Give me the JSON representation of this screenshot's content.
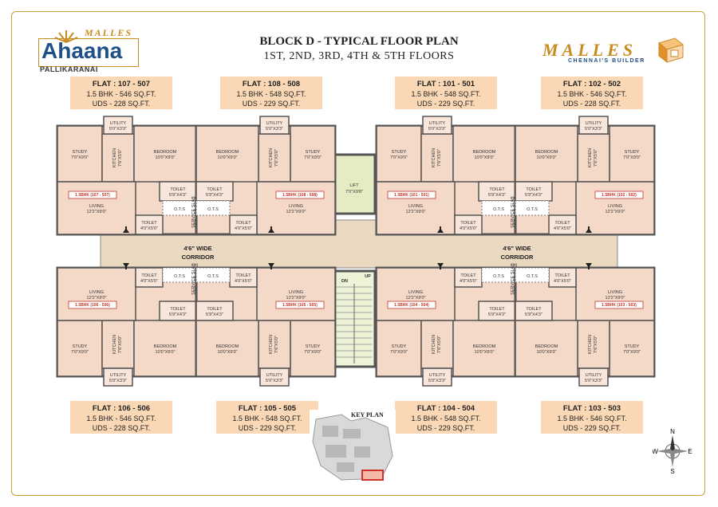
{
  "project": {
    "brand_small": "MALLES",
    "name": "Ahaana",
    "location": "PALLIKARANAI"
  },
  "header": {
    "title_line1": "BLOCK D - TYPICAL FLOOR PLAN",
    "title_line2": "1ST, 2ND, 3RD, 4TH & 5TH FLOORS"
  },
  "builder": {
    "name": "MALLES",
    "tagline": "CHENNAI'S BUILDER"
  },
  "flats": [
    {
      "flat": "FLAT : 107 - 507",
      "type": "1.5 BHK - 546 SQ.FT.",
      "uds": "UDS - 228 SQ.FT."
    },
    {
      "flat": "FLAT : 108 - 508",
      "type": "1.5 BHK - 548 SQ.FT.",
      "uds": "UDS - 229 SQ.FT."
    },
    {
      "flat": "FLAT : 101 - 501",
      "type": "1.5 BHK - 548 SQ.FT.",
      "uds": "UDS - 229 SQ.FT."
    },
    {
      "flat": "FLAT : 102 - 502",
      "type": "1.5 BHK - 546 SQ.FT.",
      "uds": "UDS - 228 SQ.FT."
    },
    {
      "flat": "FLAT : 106 - 506",
      "type": "1.5 BHK - 546 SQ.FT.",
      "uds": "UDS - 228 SQ.FT."
    },
    {
      "flat": "FLAT : 105 - 505",
      "type": "1.5 BHK - 548 SQ.FT.",
      "uds": "UDS - 229 SQ.FT."
    },
    {
      "flat": "FLAT : 104 - 504",
      "type": "1.5 BHK - 548 SQ.FT.",
      "uds": "UDS - 229 SQ.FT."
    },
    {
      "flat": "FLAT : 103 - 503",
      "type": "1.5 BHK - 546 SQ.FT.",
      "uds": "UDS - 229 SQ.FT."
    }
  ],
  "units": [
    {
      "tag": "1.5BHK (107 - 507)",
      "study": "STUDY",
      "study_dim": "7'0\"X9'0\"",
      "bedroom": "BEDROOM",
      "bedroom_dim": "10'0\"X9'0\"",
      "living": "LIVING",
      "living_dim": "12'2\"X9'0\"",
      "kitchen": "KITCHEN",
      "kitchen_dim": "7'6\"X5'0\"",
      "utility": "UTILITY",
      "utility_dim": "5'0\"X3'3\"",
      "toilet1": "TOILET",
      "toilet1_dim": "5'9\"X4'3\"",
      "toilet2": "TOILET",
      "toilet2_dim": "4'0\"X5'0\""
    },
    {
      "tag": "1.5BHK (108 - 508)",
      "study": "STUDY",
      "study_dim": "7'0\"X9'0\"",
      "bedroom": "BEDROOM",
      "bedroom_dim": "10'0\"X9'0\"",
      "living": "LIVING",
      "living_dim": "12'2\"X9'0\"",
      "kitchen": "KITCHEN",
      "kitchen_dim": "7'6\"X5'0\"",
      "utility": "UTILITY",
      "utility_dim": "5'0\"X3'3\"",
      "toilet1": "TOILET",
      "toilet1_dim": "5'9\"X4'3\"",
      "toilet2": "TOILET",
      "toilet2_dim": "4'0\"X5'0\""
    },
    {
      "tag": "1.5BHK (101 - 501)",
      "study": "STUDY",
      "study_dim": "7'0\"X9'0\"",
      "bedroom": "BEDROOM",
      "bedroom_dim": "10'0\"X9'0\"",
      "living": "LIVING",
      "living_dim": "12'2\"X9'0\"",
      "kitchen": "KITCHEN",
      "kitchen_dim": "7'6\"X5'0\"",
      "utility": "UTILITY",
      "utility_dim": "5'0\"X3'3\"",
      "toilet1": "TOILET",
      "toilet1_dim": "5'9\"X4'3\"",
      "toilet2": "TOILET",
      "toilet2_dim": "4'0\"X5'0\""
    },
    {
      "tag": "1.5BHK (102 - 502)",
      "study": "STUDY",
      "study_dim": "7'0\"X9'0\"",
      "bedroom": "BEDROOM",
      "bedroom_dim": "10'0\"X9'0\"",
      "living": "LIVING",
      "living_dim": "12'2\"X9'0\"",
      "kitchen": "KITCHEN",
      "kitchen_dim": "7'6\"X5'0\"",
      "utility": "UTILITY",
      "utility_dim": "5'0\"X3'3\"",
      "toilet1": "TOILET",
      "toilet1_dim": "5'9\"X4'3\"",
      "toilet2": "TOILET",
      "toilet2_dim": "4'0\"X5'0\""
    },
    {
      "tag": "1.5BHK (106 - 506)",
      "study": "STUDY",
      "study_dim": "7'0\"X9'0\"",
      "bedroom": "BEDROOM",
      "bedroom_dim": "10'0\"X9'0\"",
      "living": "LIVING",
      "living_dim": "12'2\"X9'0\"",
      "kitchen": "KITCHEN",
      "kitchen_dim": "7'6\"X5'0\"",
      "utility": "UTILITY",
      "utility_dim": "5'0\"X3'3\"",
      "toilet1": "TOILET",
      "toilet1_dim": "5'9\"X4'3\"",
      "toilet2": "TOILET",
      "toilet2_dim": "4'0\"X5'0\""
    },
    {
      "tag": "1.5BHK (105 - 505)",
      "study": "STUDY",
      "study_dim": "7'0\"X9'0\"",
      "bedroom": "BEDROOM",
      "bedroom_dim": "10'0\"X9'0\"",
      "living": "LIVING",
      "living_dim": "12'2\"X9'0\"",
      "kitchen": "KITCHEN",
      "kitchen_dim": "7'6\"X5'0\"",
      "utility": "UTILITY",
      "utility_dim": "5'0\"X3'3\"",
      "toilet1": "TOILET",
      "toilet1_dim": "5'9\"X4'3\"",
      "toilet2": "TOILET",
      "toilet2_dim": "4'0\"X5'0\""
    },
    {
      "tag": "1.5BHK (104 - 504)",
      "study": "STUDY",
      "study_dim": "7'0\"X9'0\"",
      "bedroom": "BEDROOM",
      "bedroom_dim": "10'0\"X9'0\"",
      "living": "LIVING",
      "living_dim": "12'2\"X9'0\"",
      "kitchen": "KITCHEN",
      "kitchen_dim": "7'6\"X5'0\"",
      "utility": "UTILITY",
      "utility_dim": "5'0\"X3'3\"",
      "toilet1": "TOILET",
      "toilet1_dim": "5'9\"X4'3\"",
      "toilet2": "TOILET",
      "toilet2_dim": "4'0\"X5'0\""
    },
    {
      "tag": "1.5BHK (103 - 503)",
      "study": "STUDY",
      "study_dim": "7'0\"X9'0\"",
      "bedroom": "BEDROOM",
      "bedroom_dim": "10'0\"X9'0\"",
      "living": "LIVING",
      "living_dim": "12'2\"X9'0\"",
      "kitchen": "KITCHEN",
      "kitchen_dim": "7'6\"X5'0\"",
      "utility": "UTILITY",
      "utility_dim": "5'0\"X3'3\"",
      "toilet1": "TOILET",
      "toilet1_dim": "5'9\"X4'3\"",
      "toilet2": "TOILET",
      "toilet2_dim": "4'0\"X5'0\""
    }
  ],
  "shared": {
    "service_slab": "SERVICE SLAB",
    "ots": "O.T.S",
    "corridor_line1": "4'6\" WIDE",
    "corridor_line2": "CORRIDOR",
    "lift": "LIFT",
    "lift_dim": "7'0\"X9'8\"",
    "stair_up": "UP",
    "stair_down": "DN"
  },
  "key_plan": {
    "title": "KEY PLAN"
  },
  "compass": {
    "n": "N",
    "s": "S",
    "e": "E",
    "w": "W"
  },
  "colors": {
    "room": "#f4d9c9",
    "corridor": "#ead9c0",
    "wall": "#555555",
    "accent": "#c98a1e",
    "brand_blue": "#1e4f86",
    "flat_box": "#fbd8b5",
    "lift": "#e6ebc4"
  }
}
